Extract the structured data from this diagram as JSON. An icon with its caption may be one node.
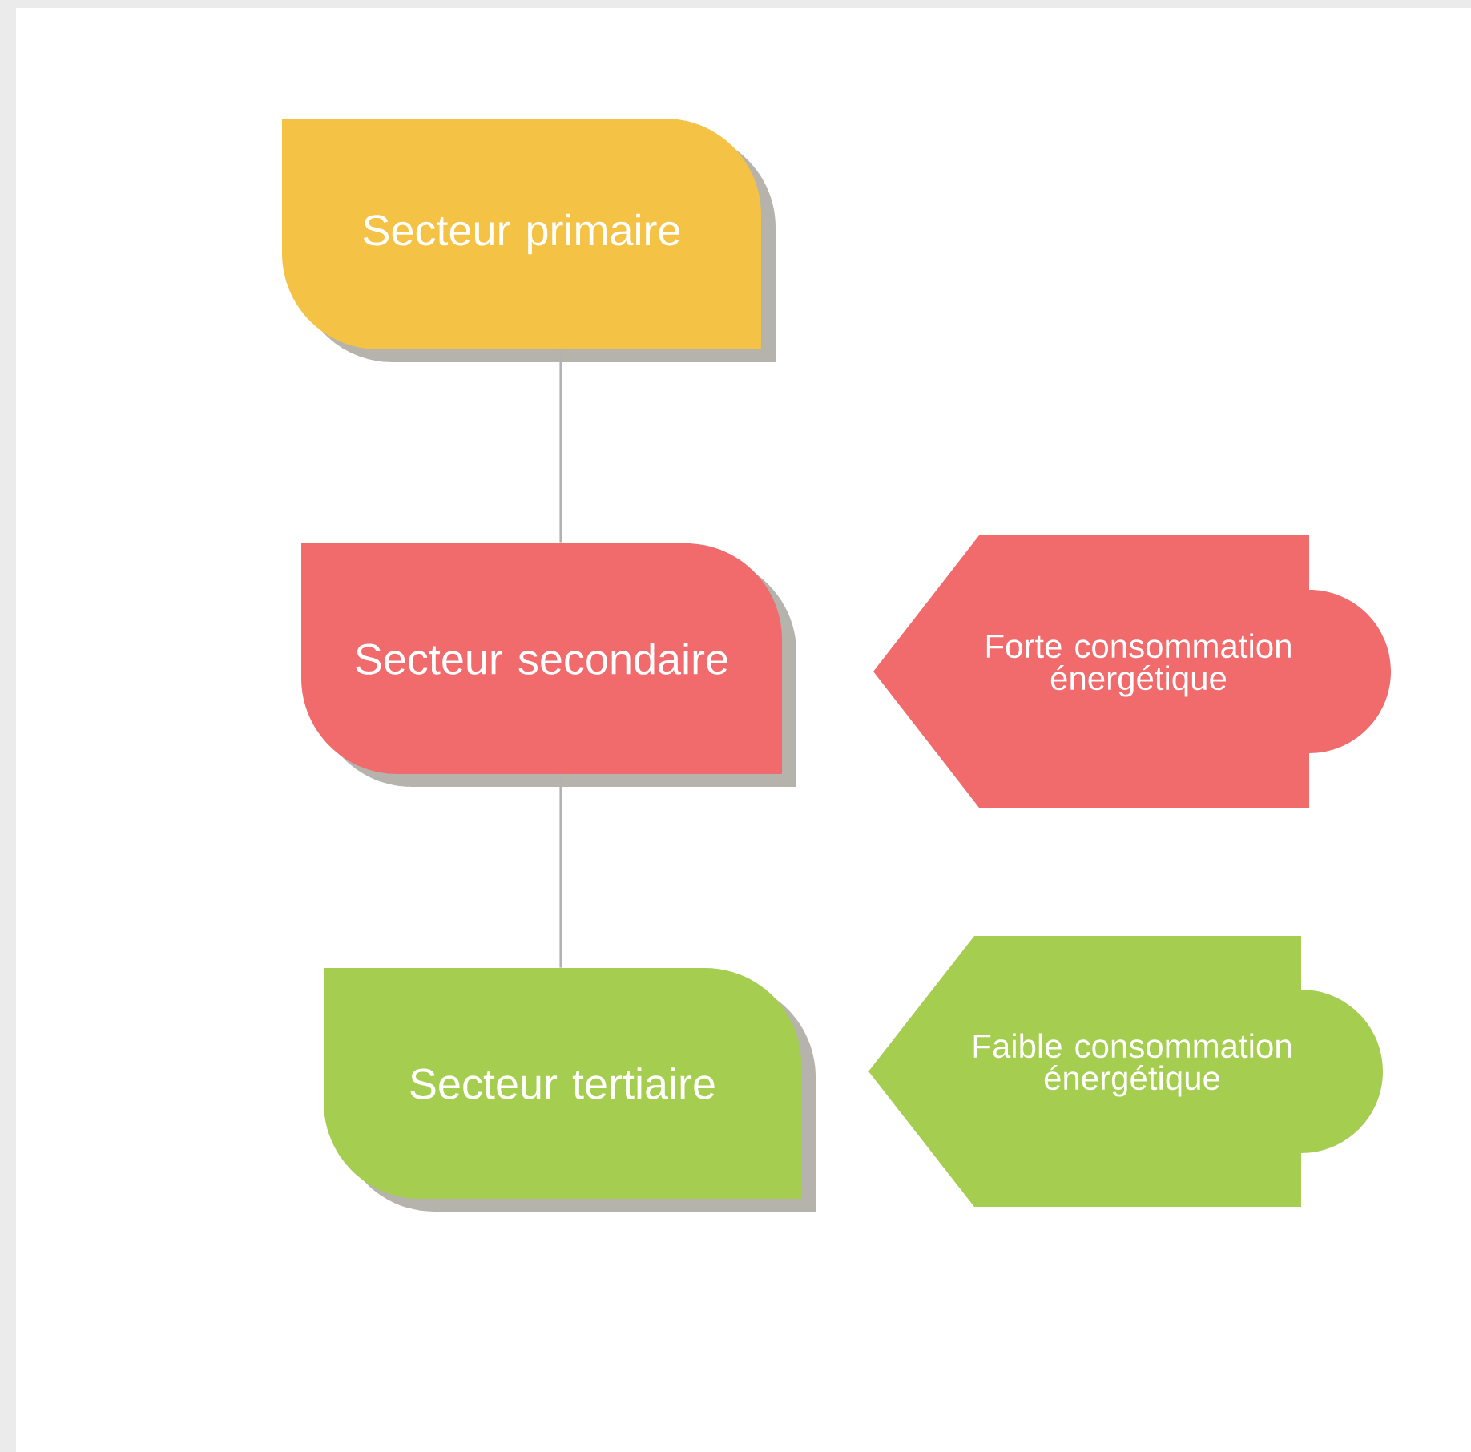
{
  "diagram": {
    "nodes": [
      {
        "text": [
          "Secteur primaire"
        ]
      },
      {
        "text": [
          "Secteur secondaire"
        ]
      },
      {
        "text": [
          "Secteur tertiaire"
        ]
      },
      {
        "text": [
          "Forte consommation énergétique"
        ]
      },
      {
        "text": [
          "Faible consommation énergétique"
        ]
      }
    ],
    "edges": [
      {
        "from": 0,
        "to": 1,
        "arrow": "none"
      },
      {
        "from": 1,
        "to": 2,
        "arrow": "none"
      }
    ]
  }
}
